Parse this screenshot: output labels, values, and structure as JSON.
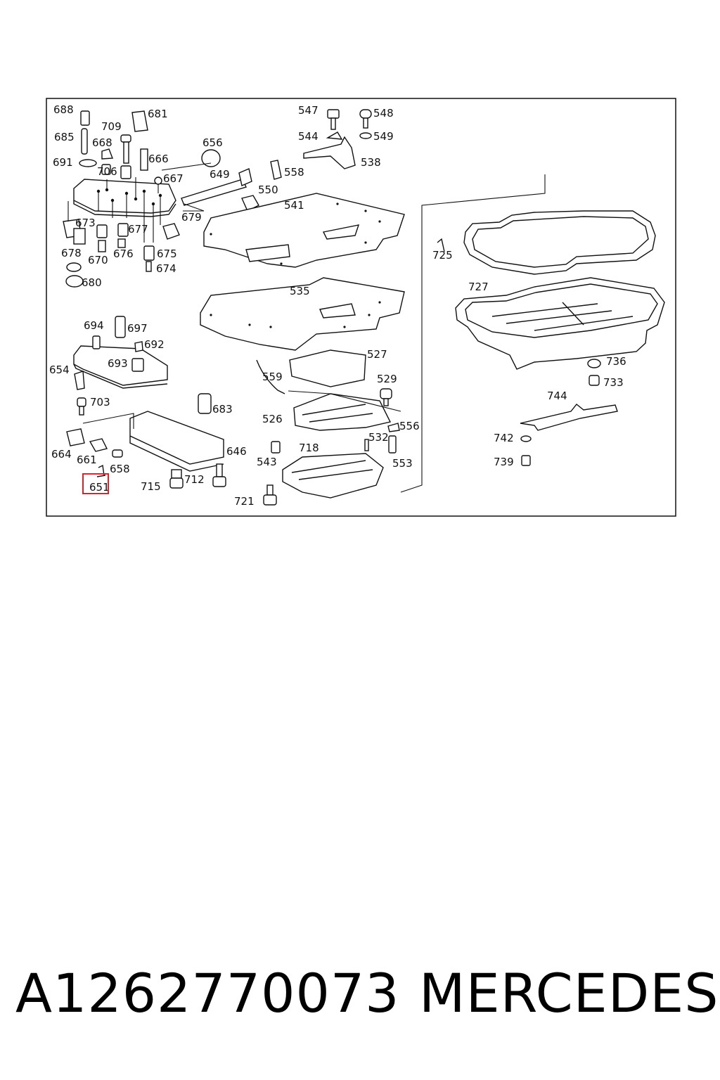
{
  "diagram": {
    "labels": {
      "l688": "688",
      "l681": "681",
      "l709": "709",
      "l685": "685",
      "l668": "668",
      "l666": "666",
      "l691": "691",
      "l706": "706",
      "l667": "667",
      "l656": "656",
      "l649": "649",
      "l550": "550",
      "l679": "679",
      "l673": "673",
      "l677": "677",
      "l678": "678",
      "l670": "670",
      "l676": "676",
      "l675": "675",
      "l674": "674",
      "l680": "680",
      "l547": "547",
      "l548": "548",
      "l544": "544",
      "l549": "549",
      "l538": "538",
      "l558": "558",
      "l541": "541",
      "l725": "725",
      "l727": "727",
      "l535": "535",
      "l694": "694",
      "l697": "697",
      "l692": "692",
      "l693": "693",
      "l654": "654",
      "l703": "703",
      "l683": "683",
      "l559": "559",
      "l527": "527",
      "l529": "529",
      "l736": "736",
      "l733": "733",
      "l744": "744",
      "l526": "526",
      "l556": "556",
      "l532": "532",
      "l718": "718",
      "l742": "742",
      "l739": "739",
      "l664": "664",
      "l661": "661",
      "l658": "658",
      "l646": "646",
      "l543": "543",
      "l553": "553",
      "l651": "651",
      "l715": "715",
      "l712": "712",
      "l721": "721"
    },
    "highlight_color": "#e0202a"
  },
  "caption": {
    "part_number": "A1262770073",
    "brand": "MERCEDES"
  }
}
